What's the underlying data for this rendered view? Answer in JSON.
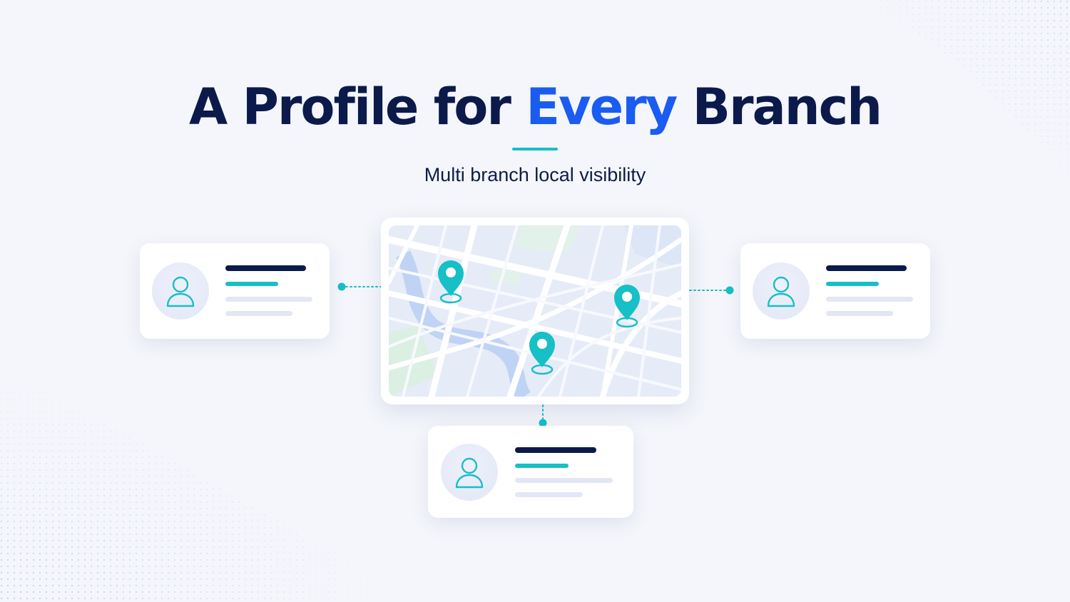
{
  "header": {
    "title_part1": "A Profile for ",
    "title_accent": "Every",
    "title_part2": " Branch",
    "subtitle": "Multi branch local visibility"
  },
  "icons": {
    "profile": "user-icon",
    "marker": "map-pin-icon"
  },
  "colors": {
    "navy": "#0b1a4a",
    "accent_blue": "#1a5cf0",
    "teal": "#17bfc6",
    "background": "#f4f6fb"
  }
}
